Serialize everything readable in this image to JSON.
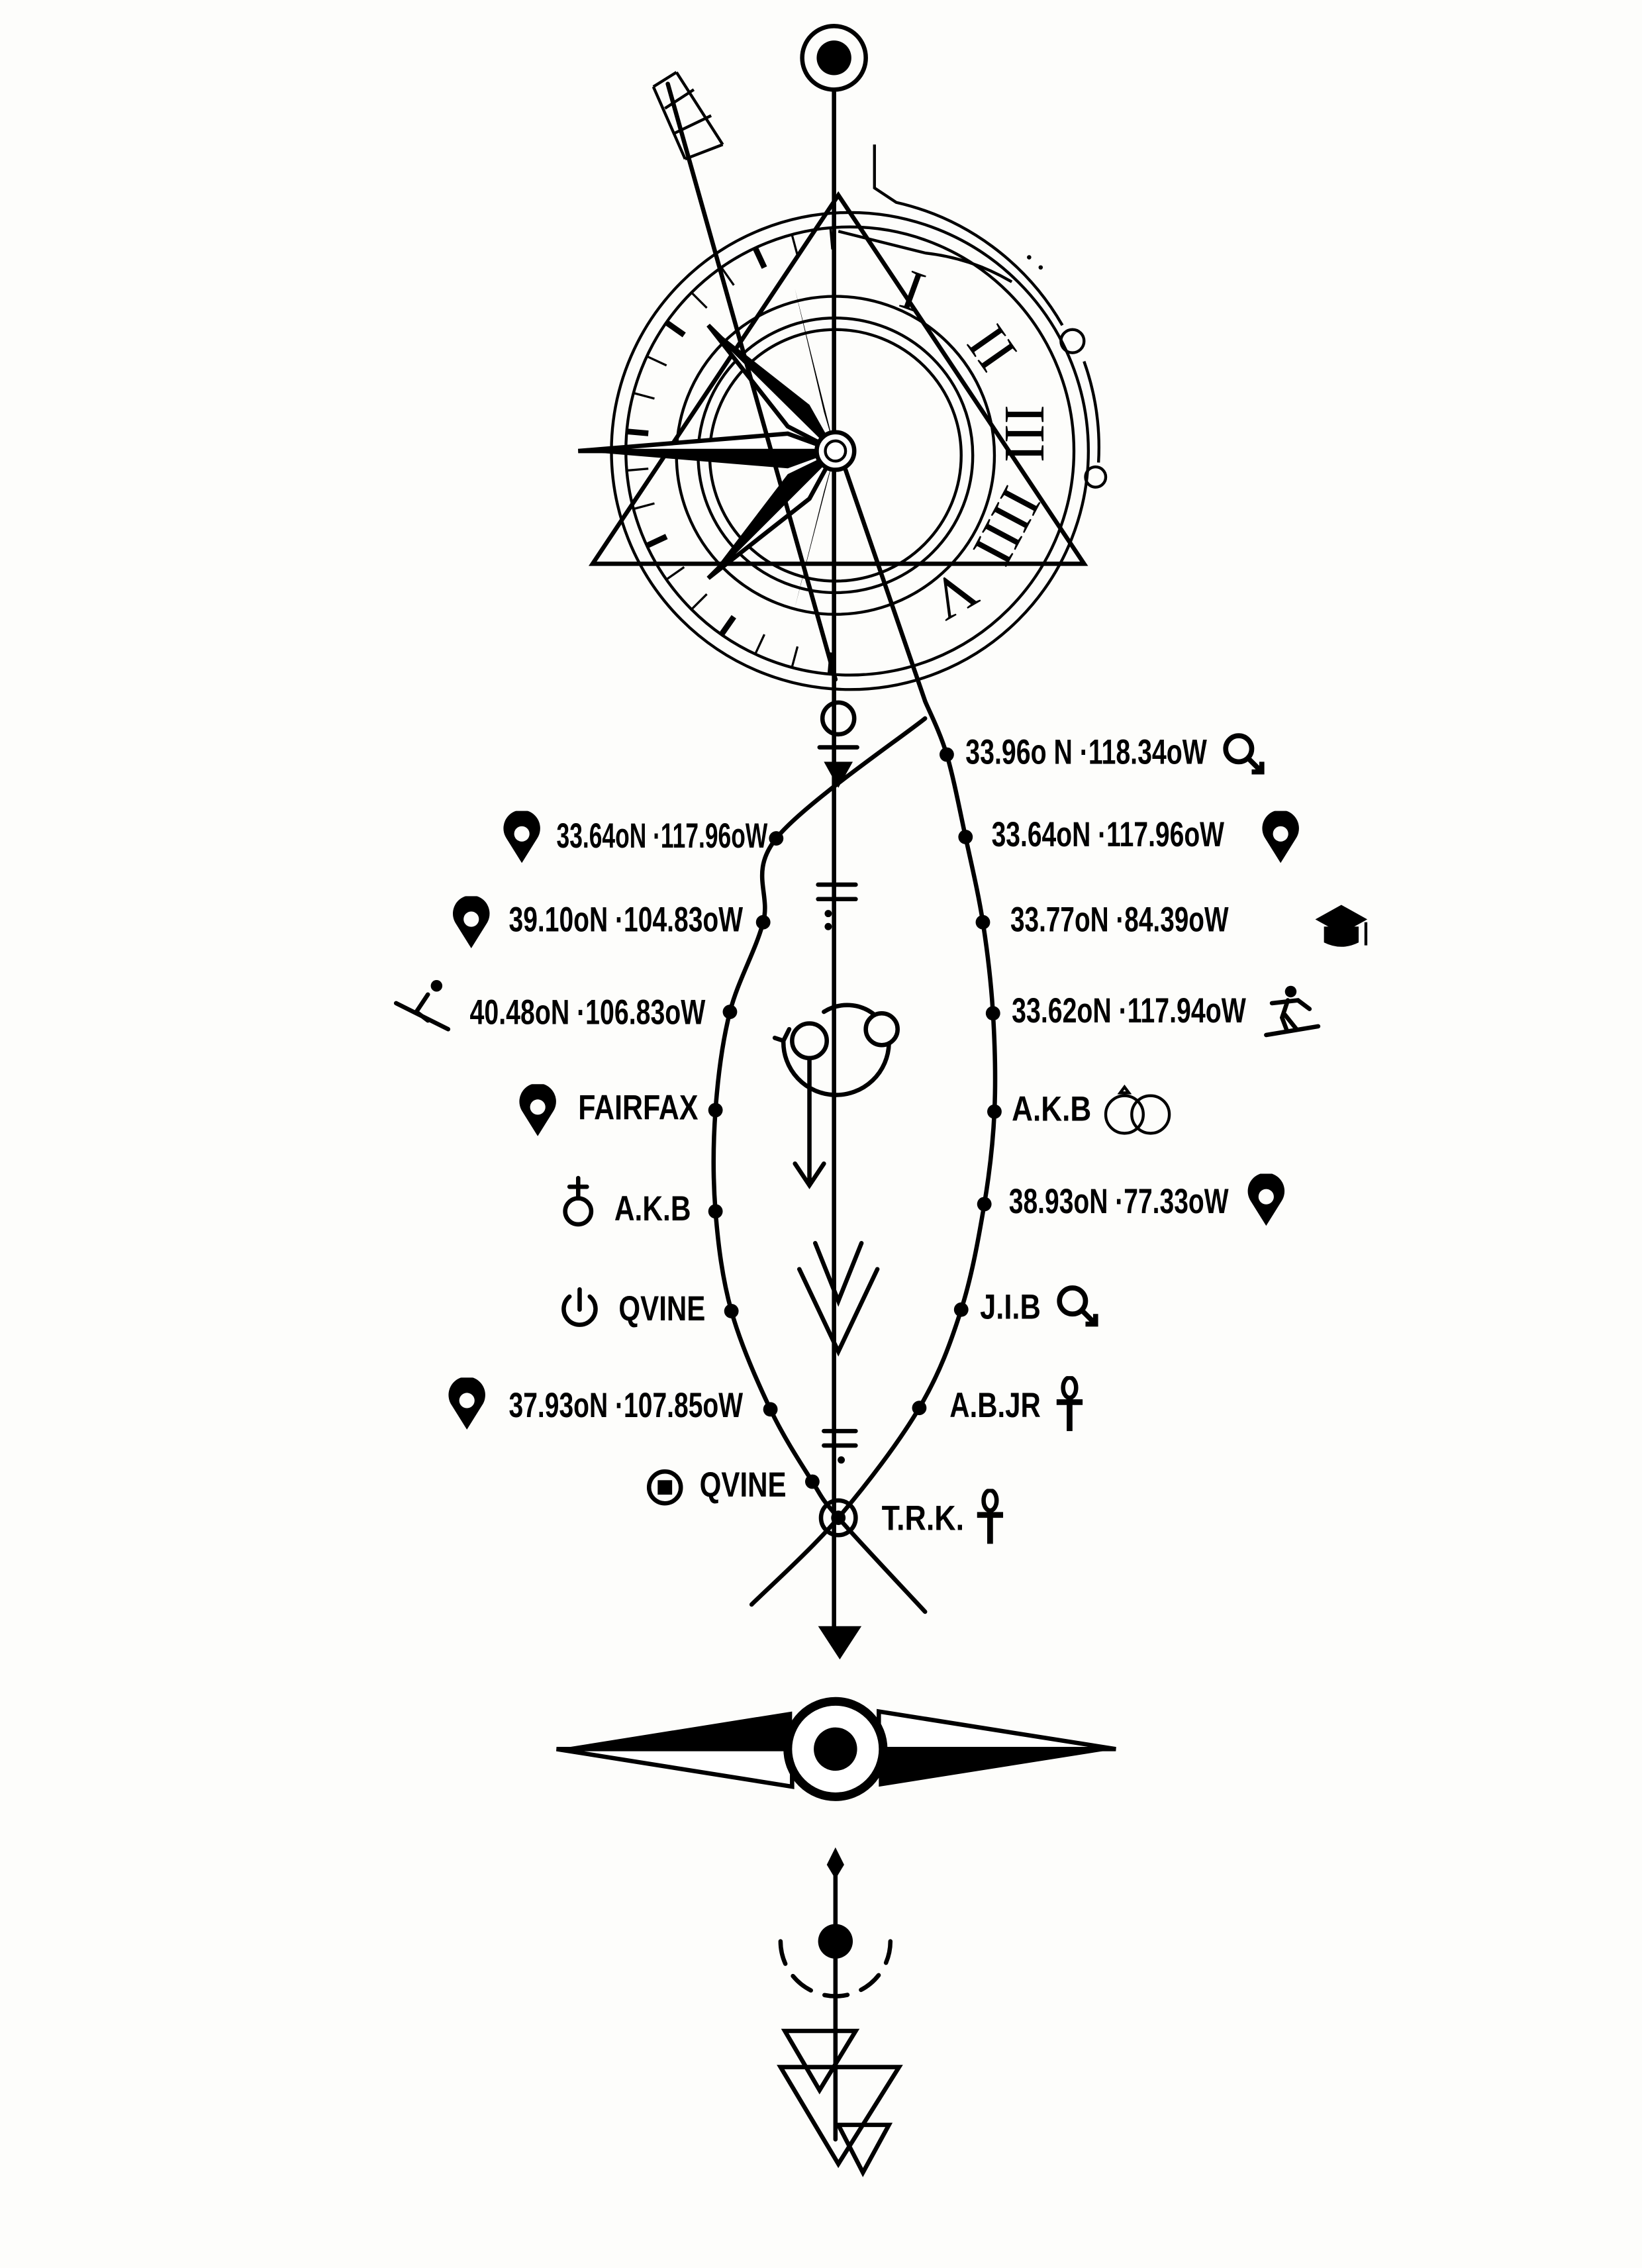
{
  "colors": {
    "ink": "#000000",
    "paper": "#fdfdfb"
  },
  "clock": {
    "numerals": [
      "I",
      "II",
      "III",
      "IIII",
      "V"
    ]
  },
  "left_labels": [
    {
      "text": "33.64oN ·117.96oW",
      "icon": "map-pin-icon"
    },
    {
      "text": "39.10oN ·104.83oW",
      "icon": "map-pin-icon"
    },
    {
      "text": "40.48oN ·106.83oW",
      "icon": "skier-icon"
    },
    {
      "text": "FAIRFAX",
      "icon": "map-pin-icon"
    },
    {
      "text": "A.K.B",
      "icon": "venus-cross-icon"
    },
    {
      "text": "QVINE",
      "icon": "power-icon"
    },
    {
      "text": "37.93oN ·107.85oW",
      "icon": "map-pin-icon"
    },
    {
      "text": "QVINE",
      "icon": "stop-circle-icon"
    }
  ],
  "right_labels": [
    {
      "text": "33.96o N ·118.34oW",
      "icon": "male-symbol-icon"
    },
    {
      "text": "33.64oN ·117.96oW",
      "icon": "map-pin-icon"
    },
    {
      "text": "33.77oN ·84.39oW",
      "icon": "graduation-cap-icon"
    },
    {
      "text": "33.62oN ·117.94oW",
      "icon": "surfer-icon"
    },
    {
      "text": "A.K.B",
      "icon": "wedding-rings-icon"
    },
    {
      "text": "38.93oN ·77.33oW",
      "icon": "map-pin-icon"
    },
    {
      "text": "J.I.B",
      "icon": "male-symbol-icon"
    },
    {
      "text": "A.B.JR",
      "icon": "ankh-icon"
    },
    {
      "text": "T.R.K.",
      "icon": "ankh-icon"
    }
  ]
}
